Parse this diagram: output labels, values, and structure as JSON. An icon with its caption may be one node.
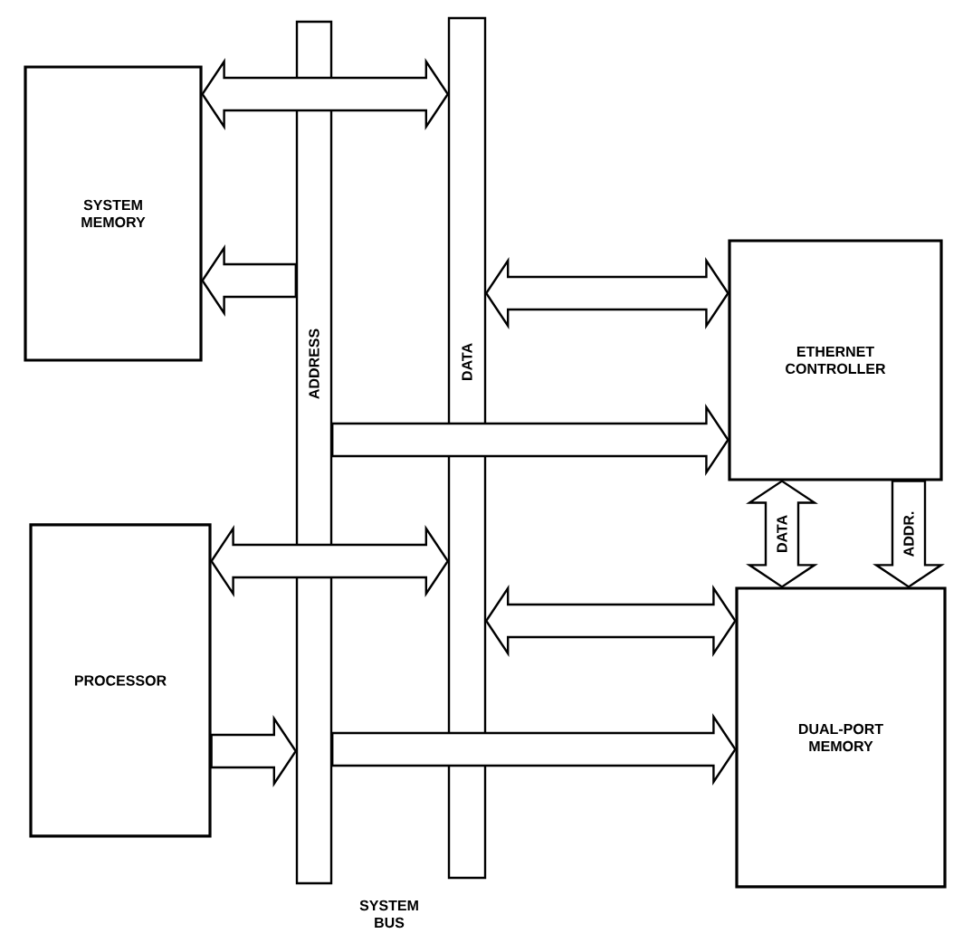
{
  "diagram": {
    "nodes": [
      {
        "text": [
          "SYSTEM MEMORY"
        ]
      },
      {
        "text": [
          "PROCESSOR"
        ]
      },
      {
        "text": [
          "ETHERNET CONTROLLER"
        ]
      },
      {
        "text": [
          "DUAL-PORT MEMORY"
        ]
      },
      {
        "text": [
          "ADDRESS"
        ]
      },
      {
        "text": [
          "DATA"
        ]
      }
    ],
    "edges": [
      {
        "from": 5,
        "to": 0,
        "arrow": "both"
      },
      {
        "from": 4,
        "to": 0,
        "arrow": "to"
      },
      {
        "from": 5,
        "to": 2,
        "arrow": "both"
      },
      {
        "from": 4,
        "to": 2,
        "arrow": "to"
      },
      {
        "from": 1,
        "to": 5,
        "arrow": "both"
      },
      {
        "from": 5,
        "to": 3,
        "arrow": "both"
      },
      {
        "from": 1,
        "to": 4,
        "arrow": "to"
      },
      {
        "from": 4,
        "to": 3,
        "arrow": "to"
      },
      {
        "from": 2,
        "to": 3,
        "arrow": "both",
        "label": "DATA"
      },
      {
        "from": 2,
        "to": 3,
        "arrow": "to",
        "label": "ADDR."
      }
    ],
    "labels": [
      "SYSTEM BUS"
    ]
  }
}
